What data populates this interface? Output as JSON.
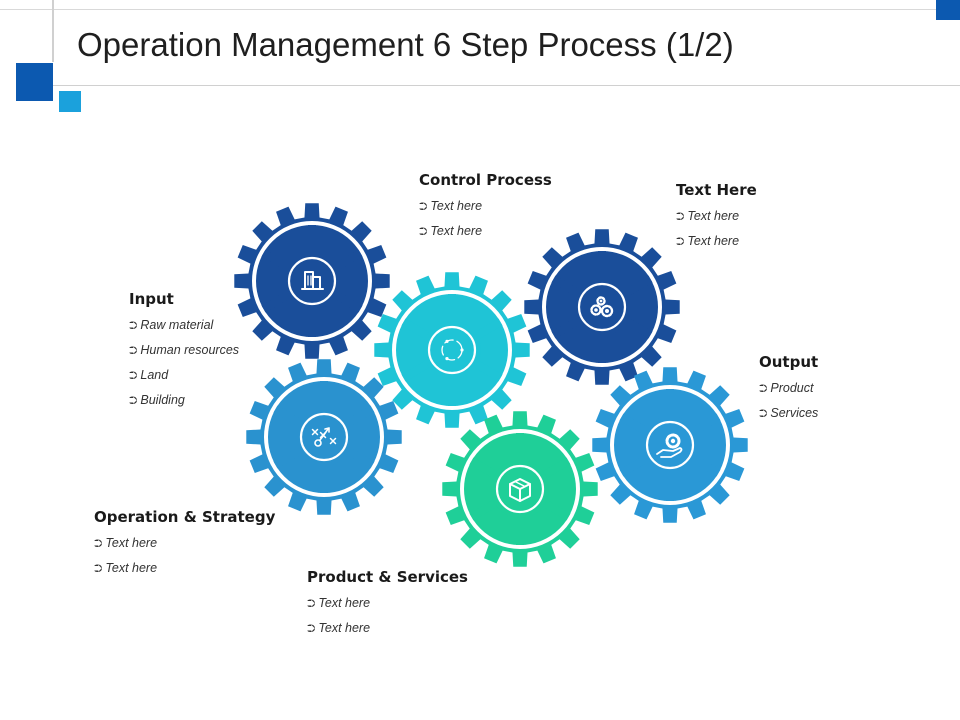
{
  "title": "Operation Management 6 Step Process (1/2)",
  "colors": {
    "accent_dark": "#0c59b0",
    "accent_light": "#1ba1dc",
    "gear_navy": "#1a4e9a",
    "gear_teal": "#1fc4d6",
    "gear_blue": "#2a92cf",
    "gear_green": "#1fcf98",
    "gear_sky": "#2a98d6"
  },
  "bullet_icon": "circle-arrow-icon",
  "steps": {
    "input": {
      "heading": "Input",
      "items": [
        "Raw material",
        "Human resources",
        "Land",
        "Building"
      ]
    },
    "control": {
      "heading": "Control Process",
      "items": [
        "Text here",
        "Text here"
      ]
    },
    "texthere": {
      "heading": "Text Here",
      "items": [
        "Text here",
        "Text here"
      ]
    },
    "output": {
      "heading": "Output",
      "items": [
        "Product",
        "Services"
      ]
    },
    "strategy": {
      "heading": "Operation & Strategy",
      "items": [
        "Text here",
        "Text here"
      ]
    },
    "product": {
      "heading": "Product & Services",
      "items": [
        "Text here",
        "Text here"
      ]
    }
  },
  "gears": [
    {
      "name": "building-gear",
      "color": "#1a4e9a",
      "icon": "building-icon"
    },
    {
      "name": "cycle-gear",
      "color": "#1fc4d6",
      "icon": "cycle-icon"
    },
    {
      "name": "cogs-gear",
      "color": "#1a4e9a",
      "icon": "cogs-icon"
    },
    {
      "name": "strategy-gear",
      "color": "#2a92cf",
      "icon": "strategy-icon"
    },
    {
      "name": "box-gear",
      "color": "#1fcf98",
      "icon": "box-icon"
    },
    {
      "name": "service-gear",
      "color": "#2a98d6",
      "icon": "hand-gear-icon"
    }
  ]
}
